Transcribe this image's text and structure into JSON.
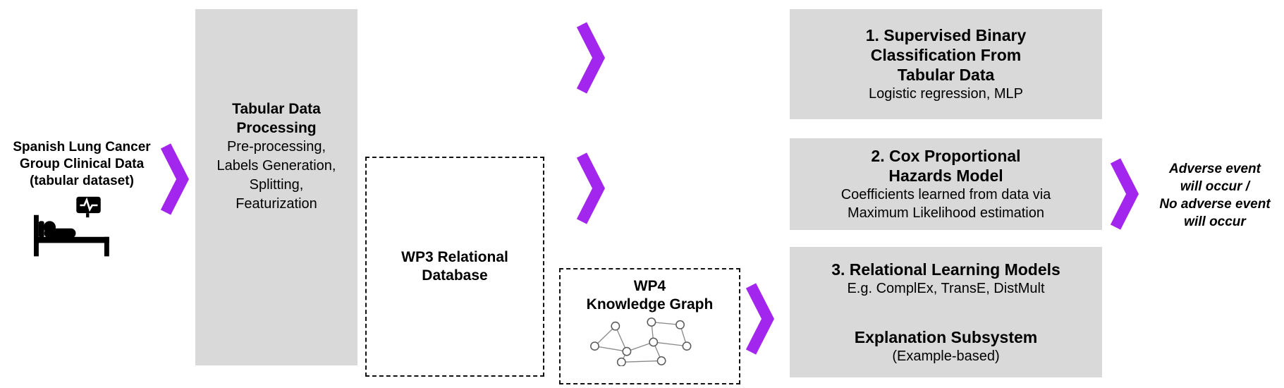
{
  "colors": {
    "accent": "#A326EE",
    "box_fill": "#D9D9D9"
  },
  "source": {
    "lines": [
      "Spanish Lung Cancer",
      "Group Clinical Data",
      "(tabular dataset)"
    ]
  },
  "processing": {
    "title_lines": [
      "Tabular Data",
      "Processing"
    ],
    "detail_lines": [
      "Pre-processing,",
      "Labels Generation,",
      "Splitting,",
      "Featurization"
    ]
  },
  "wp3": {
    "label_lines": [
      "WP3 Relational",
      "Database"
    ]
  },
  "wp4": {
    "label_lines": [
      "WP4",
      "Knowledge Graph"
    ]
  },
  "outputs": {
    "box1": {
      "title_lines": [
        "1. Supervised Binary",
        "Classification From",
        "Tabular Data"
      ],
      "detail_lines": [
        "Logistic regression, MLP"
      ]
    },
    "box2": {
      "title_lines": [
        "2. Cox Proportional",
        "Hazards Model"
      ],
      "detail_lines": [
        "Coefficients learned from data via",
        "Maximum Likelihood estimation"
      ]
    },
    "box3": {
      "title": "3. Relational Learning Models",
      "detail": "E.g. ComplEx, TransE, DistMult",
      "subsystem_title": "Explanation Subsystem",
      "subsystem_detail": "(Example-based)"
    }
  },
  "outcome": {
    "lines": [
      "Adverse event",
      "will occur /",
      "No adverse event",
      "will occur"
    ]
  }
}
